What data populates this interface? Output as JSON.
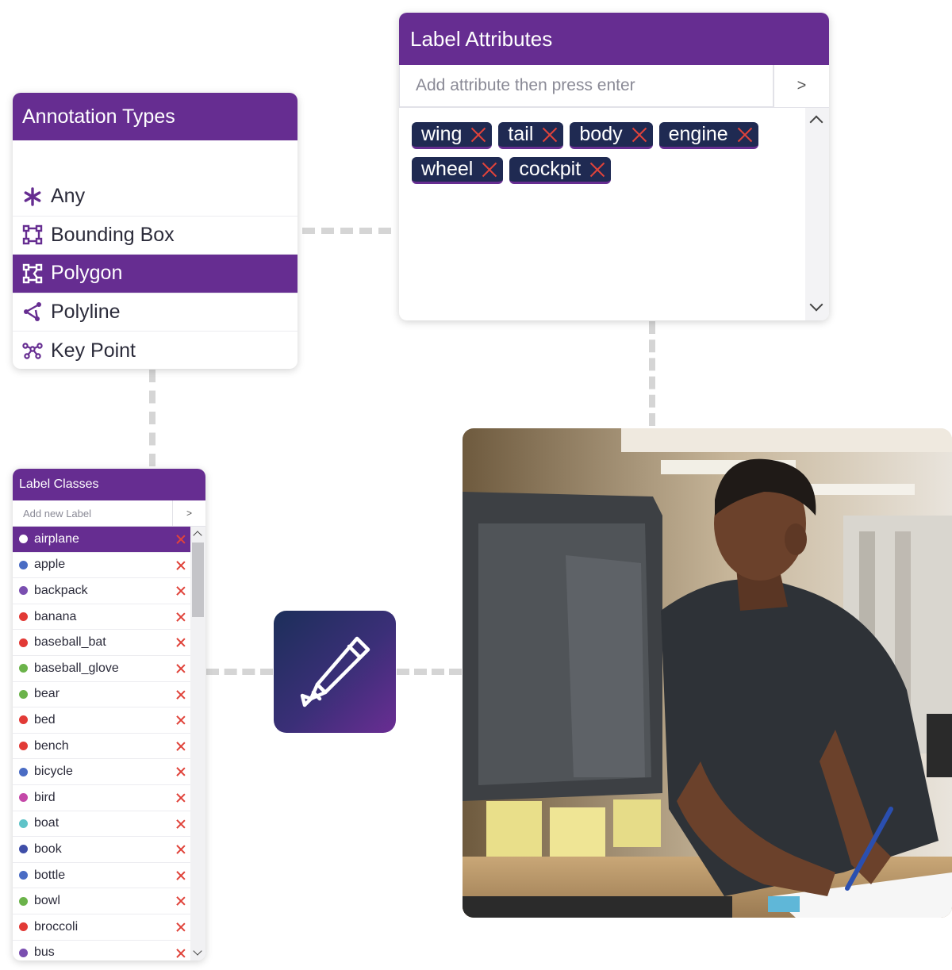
{
  "annotation_types": {
    "title": "Annotation Types",
    "items": [
      {
        "label": "Any",
        "icon": "asterisk-icon",
        "active": false
      },
      {
        "label": "Bounding Box",
        "icon": "bounding-box-icon",
        "active": false
      },
      {
        "label": "Polygon",
        "icon": "polygon-icon",
        "active": true
      },
      {
        "label": "Polyline",
        "icon": "polyline-icon",
        "active": false
      },
      {
        "label": "Key Point",
        "icon": "key-point-icon",
        "active": false
      }
    ]
  },
  "label_attributes": {
    "title": "Label Attributes",
    "input_placeholder": "Add attribute then press enter",
    "submit_label": ">",
    "chips": [
      "wing",
      "tail",
      "body",
      "engine",
      "wheel",
      "cockpit"
    ]
  },
  "label_classes": {
    "title": "Label Classes",
    "input_placeholder": "Add new Label",
    "submit_label": ">",
    "items": [
      {
        "label": "airplane",
        "color": "#ffffff",
        "active": true
      },
      {
        "label": "apple",
        "color": "#4a6cc4",
        "active": false
      },
      {
        "label": "backpack",
        "color": "#7a4fb0",
        "active": false
      },
      {
        "label": "banana",
        "color": "#e23a36",
        "active": false
      },
      {
        "label": "baseball_bat",
        "color": "#e23a36",
        "active": false
      },
      {
        "label": "baseball_glove",
        "color": "#6bb34a",
        "active": false
      },
      {
        "label": "bear",
        "color": "#6bb34a",
        "active": false
      },
      {
        "label": "bed",
        "color": "#e23a36",
        "active": false
      },
      {
        "label": "bench",
        "color": "#e23a36",
        "active": false
      },
      {
        "label": "bicycle",
        "color": "#4a6cc4",
        "active": false
      },
      {
        "label": "bird",
        "color": "#c448a8",
        "active": false
      },
      {
        "label": "boat",
        "color": "#5fc3c8",
        "active": false
      },
      {
        "label": "book",
        "color": "#3f4ea8",
        "active": false
      },
      {
        "label": "bottle",
        "color": "#4a6cc4",
        "active": false
      },
      {
        "label": "bowl",
        "color": "#6bb34a",
        "active": false
      },
      {
        "label": "broccoli",
        "color": "#e23a36",
        "active": false
      },
      {
        "label": "bus",
        "color": "#7a4fb0",
        "active": false
      }
    ]
  },
  "tool_tile": {
    "icon": "pencil-icon"
  },
  "photo": {
    "icon": "photo-person-writing"
  },
  "colors": {
    "accent": "#662d91",
    "chip_bg": "#1f2a52",
    "delete": "#e0433a"
  }
}
